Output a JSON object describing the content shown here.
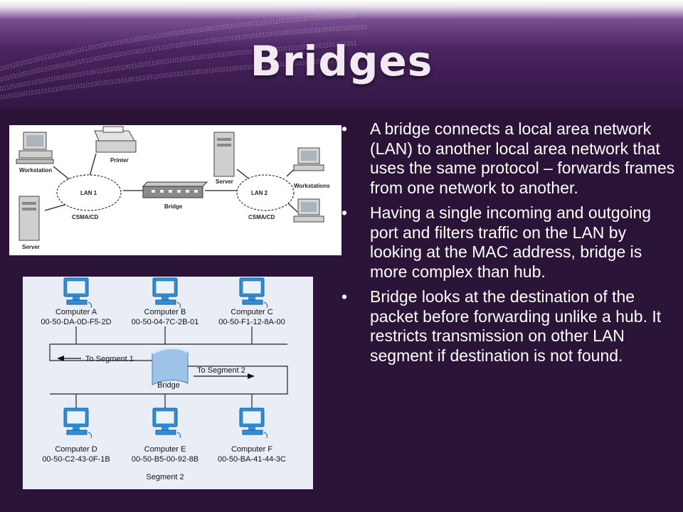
{
  "slide": {
    "title": "Bridges",
    "bullet_symbol": "•",
    "bullets": [
      " A bridge connects a local area network (LAN) to another local area network that uses the same protocol – forwards frames from one network to another.",
      "Having a single incoming and outgoing port and filters traffic on the LAN by looking at the MAC address, bridge is more complex than hub.",
      "Bridge looks at the destination of the packet before forwarding unlike a hub. It restricts transmission on other LAN segment if destination is not found."
    ]
  },
  "network_diagram": {
    "labels": {
      "workstation": "Workstation",
      "printer": "Printer",
      "server_left": "Server",
      "lan1": "LAN 1",
      "csma_left": "CSMA/CD",
      "bridge": "Bridge",
      "server_right": "Server",
      "lan2": "LAN 2",
      "workstations": "Workstations",
      "csma_right": "CSMA/CD"
    }
  },
  "segment_diagram": {
    "top_computers": [
      {
        "name": "Computer A",
        "mac": "00-50-DA-0D-F5-2D"
      },
      {
        "name": "Computer B",
        "mac": "00-50-04-7C-2B-01"
      },
      {
        "name": "Computer C",
        "mac": "00-50-F1-12-8A-00"
      }
    ],
    "bottom_computers": [
      {
        "name": "Computer D",
        "mac": "00-50-C2-43-0F-1B"
      },
      {
        "name": "Computer E",
        "mac": "00-50-B5-00-92-8B"
      },
      {
        "name": "Computer F",
        "mac": "00-50-BA-41-44-3C"
      }
    ],
    "to_segment_1": "To Segment 1",
    "to_segment_2": "To Segment 2",
    "bridge_label": "Bridge",
    "segment_2_label": "Segment 2"
  },
  "colors": {
    "background": "#2e1638",
    "title_text": "#f1eaf3",
    "body_text": "#ffffff",
    "monitor_blue": "#2f8fd8",
    "segment_panel": "#e9eef6"
  }
}
